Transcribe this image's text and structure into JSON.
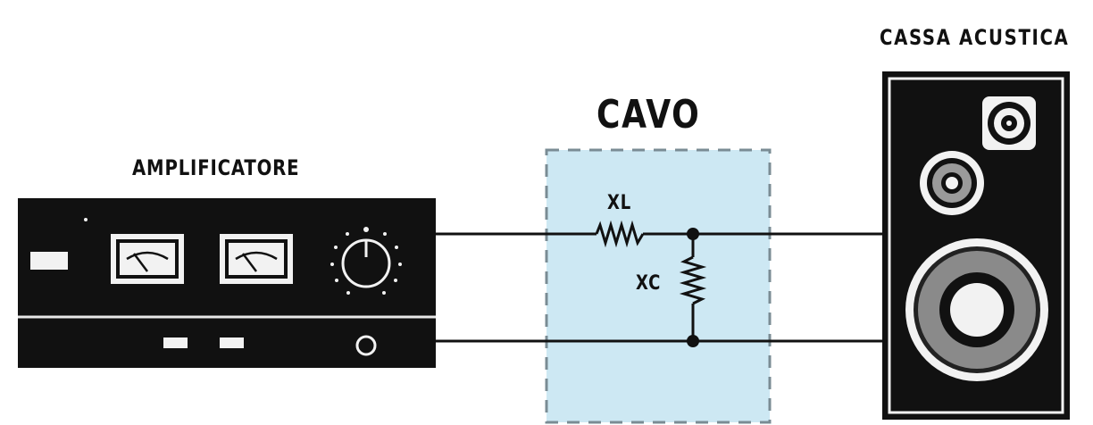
{
  "labels": {
    "amplifier": "AMPLIFICATORE",
    "cable": "CAVO",
    "speaker": "CASSA ACUSTICA",
    "inductive_reactance": "XL",
    "capacitive_reactance": "XC"
  },
  "colors": {
    "ink": "#111111",
    "cable_fill": "#cde8f3",
    "cable_border": "#7a8c94",
    "background": "#ffffff"
  }
}
